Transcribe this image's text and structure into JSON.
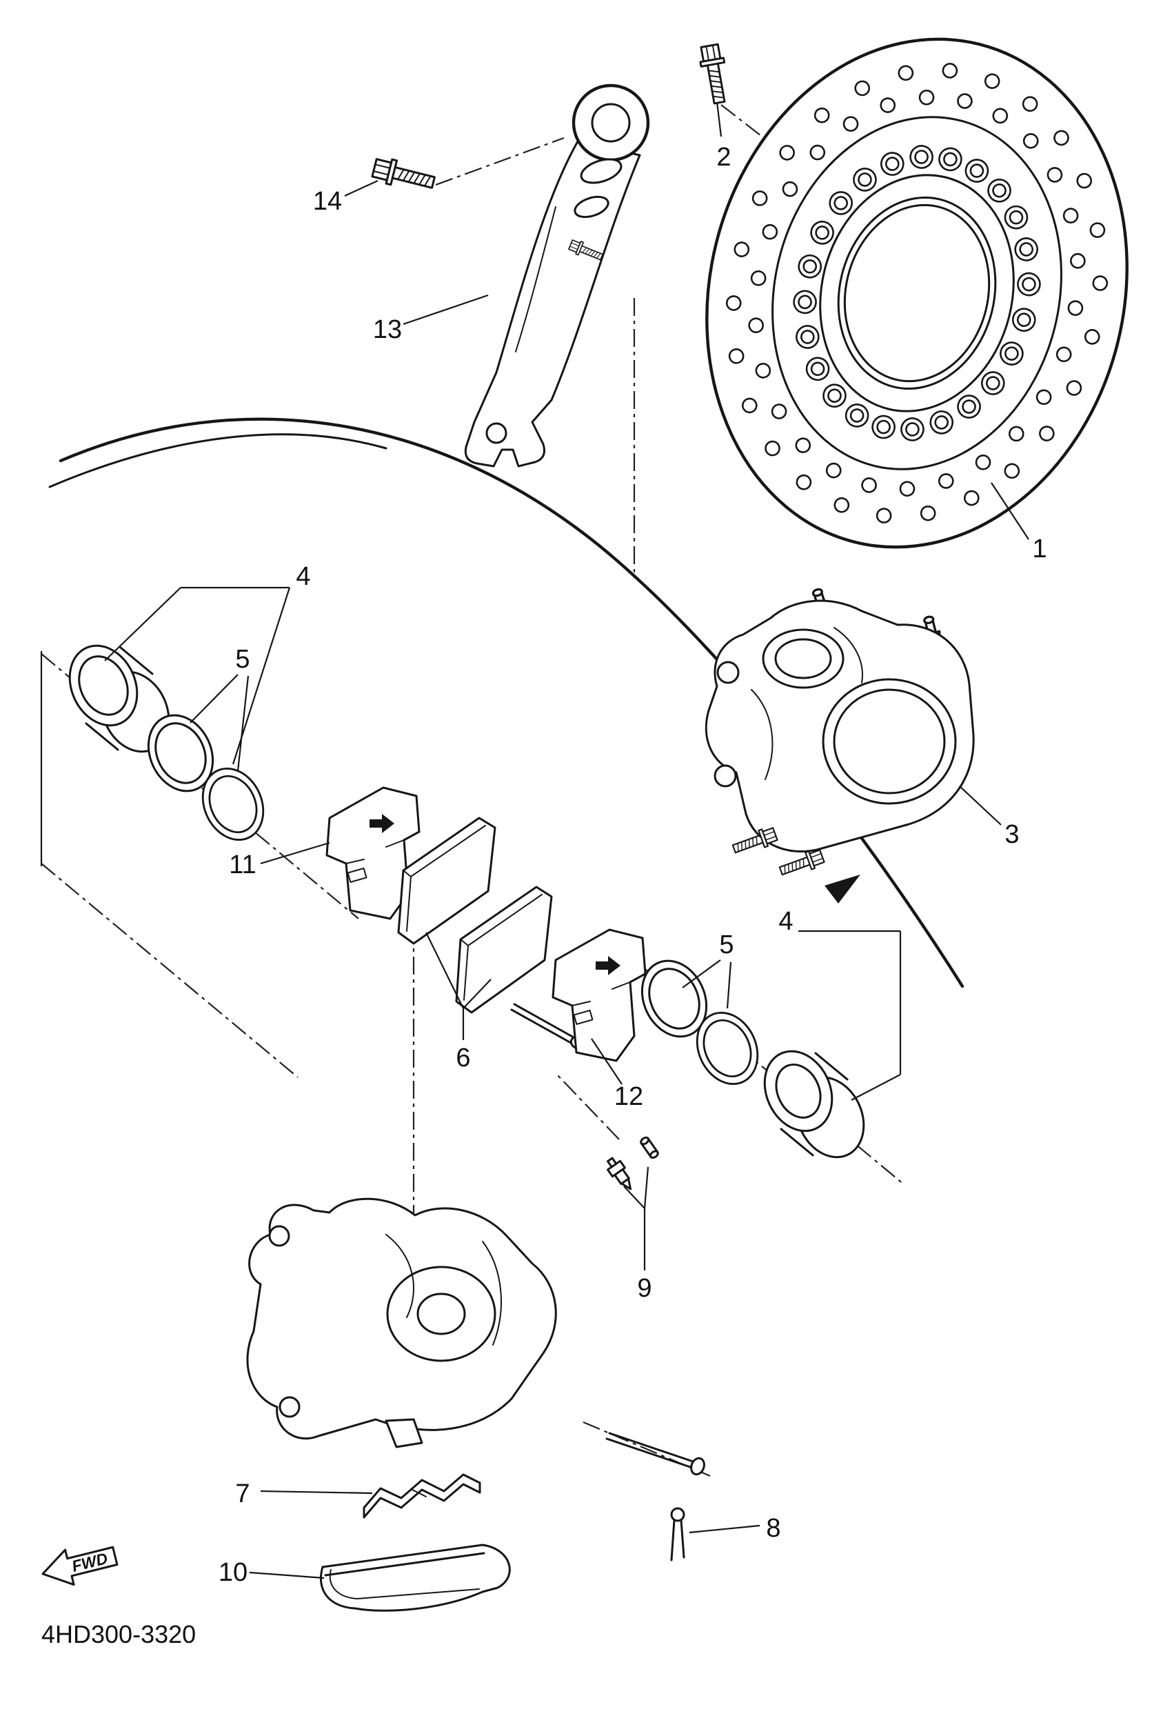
{
  "diagram": {
    "code": "4HD300-3320",
    "fwd_label": "FWD",
    "ink_color": "#161616",
    "paper_color": "#ffffff",
    "callouts": {
      "c1": "1",
      "c2": "2",
      "c3": "3",
      "c4a": "4",
      "c4b": "4",
      "c5a": "5",
      "c5b": "5",
      "c6": "6",
      "c7": "7",
      "c8": "8",
      "c9": "9",
      "c10": "10",
      "c11": "11",
      "c12": "12",
      "c13": "13",
      "c14": "14"
    }
  }
}
